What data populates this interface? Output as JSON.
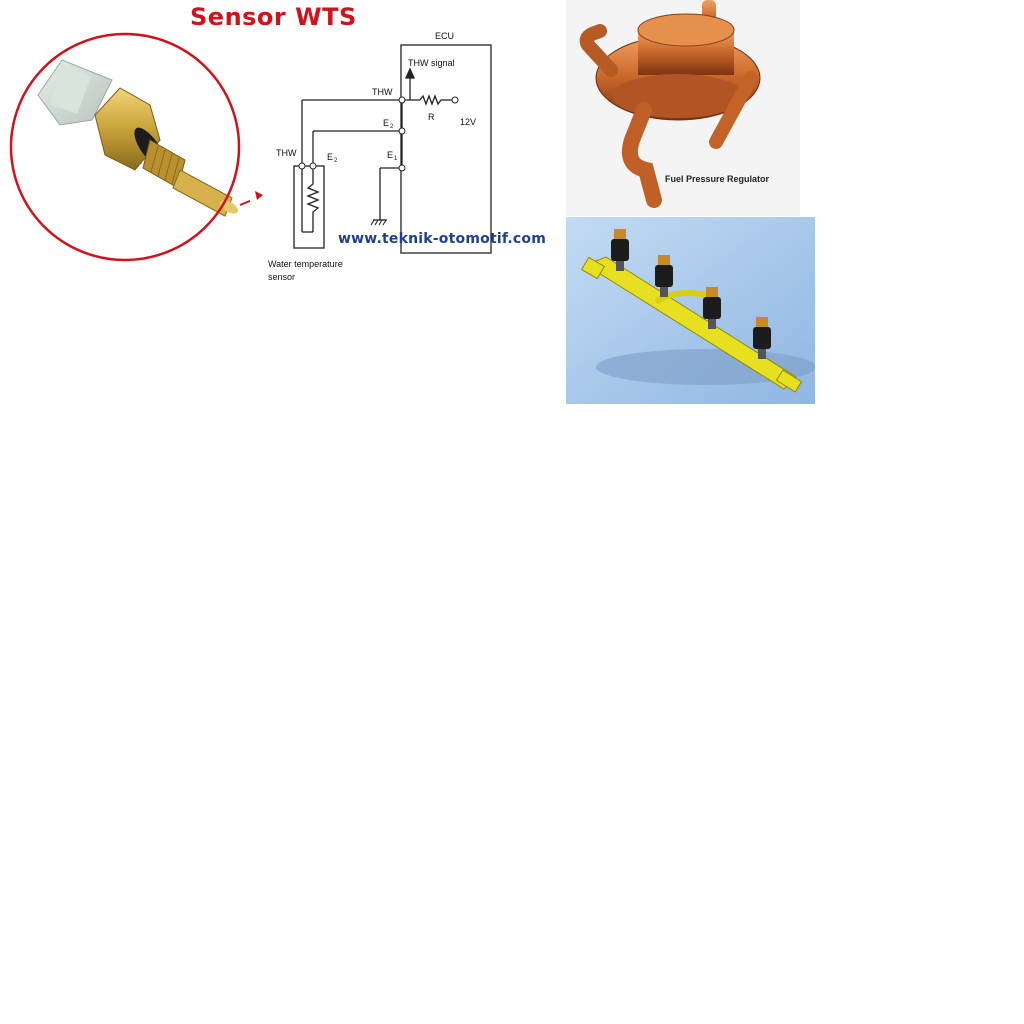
{
  "title": "Sensor WTS",
  "diagram": {
    "ecu": "ECU",
    "thw_signal": "THW signal",
    "thw_ecu": "THW",
    "thw_sensor": "THW",
    "e2_ecu": "E",
    "e2_ecu_sub": "2",
    "e2_sensor": "E",
    "e2_sensor_sub": "2",
    "e1": "E",
    "e1_sub": "1",
    "r": "R",
    "v12": "12V",
    "sensor_label_1": "Water temperature",
    "sensor_label_2": "sensor"
  },
  "watermark": "www.teknik-otomotif.com",
  "fuel_pressure_regulator": {
    "label": "Fuel Pressure Regulator"
  },
  "colors": {
    "title_red": "#d0121b",
    "watermark_blue": "#1f3f8f",
    "brass": "#c9a23a",
    "copper": "#c8662a",
    "rail_yellow": "#e7e020",
    "rail_bg": "#a7c6ea"
  }
}
